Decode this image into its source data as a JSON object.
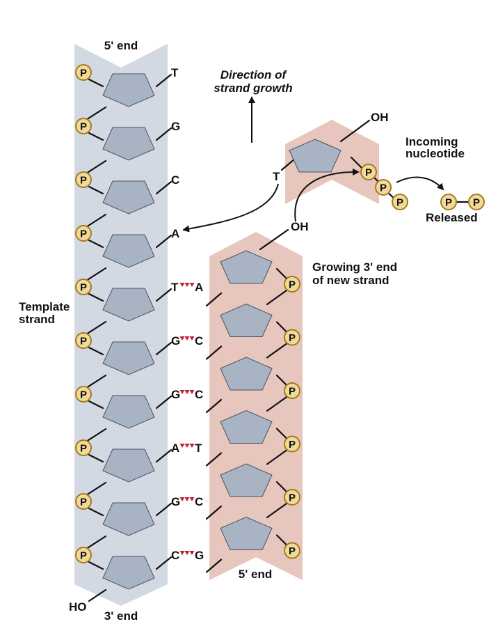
{
  "labels": {
    "template_5_end": "5' end",
    "template_3_end": "3' end",
    "template_ho": "HO",
    "template_strand_line1": "Template",
    "template_strand_line2": "strand",
    "direction_line1": "Direction of",
    "direction_line2": "strand growth",
    "incoming_line1": "Incoming",
    "incoming_line2": "nucleotide",
    "incoming_oh": "OH",
    "released": "Released",
    "growing_line1": "Growing 3' end",
    "growing_line2": "of new strand",
    "new_strand_oh": "OH",
    "new_strand_5_end": "5' end",
    "phosphate": "P"
  },
  "template_bases": [
    "T",
    "G",
    "C",
    "A",
    "T",
    "G",
    "G",
    "A",
    "G",
    "C"
  ],
  "new_strand_bases": [
    "A",
    "C",
    "C",
    "T",
    "C",
    "G"
  ],
  "incoming_base": "T",
  "colors": {
    "template_backbone": "#d3d9e3",
    "new_backbone": "#e6c6bd",
    "sugar_fill": "#a8b3c3",
    "sugar_stroke": "#4a5260",
    "phosphate_fill": "#f1d99a",
    "phosphate_stroke": "#a47a1c",
    "hbond": "#c0203a",
    "line": "#111111"
  }
}
